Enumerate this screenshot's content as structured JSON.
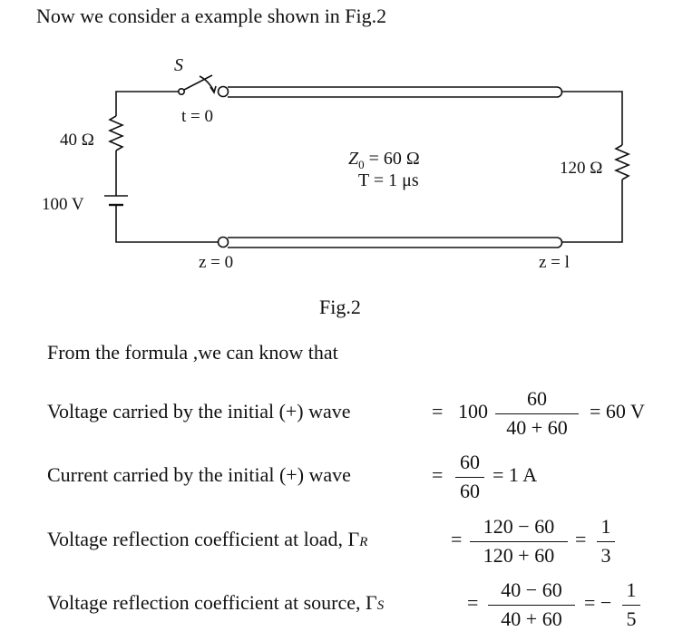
{
  "intro_text": "Now we consider a example shown in Fig.2",
  "circuit": {
    "switch_label": "S",
    "switch_time": "t = 0",
    "source_resistor": "40 Ω",
    "source_voltage": "100 V",
    "line_impedance_symbol": "Z",
    "line_impedance_sub": "0",
    "line_impedance_value": " = 60 Ω",
    "line_delay": "T = 1 μs",
    "load_resistor": "120 Ω",
    "position_start": "z = 0",
    "position_end": "z = l"
  },
  "figure_caption": "Fig.2",
  "formula_intro": "From the formula ,we can know that",
  "equations": {
    "voltage_initial": {
      "label": "Voltage carried by the initial (+) wave",
      "eq": "=",
      "coef": "100",
      "num": "60",
      "den": "40 + 60",
      "result": "= 60 V"
    },
    "current_initial": {
      "label": "Current carried by the initial (+) wave",
      "eq": "=",
      "num": "60",
      "den": "60",
      "result": "= 1 A"
    },
    "reflection_load": {
      "label": "Voltage reflection coefficient at load, Γ",
      "sub": "R",
      "eq": "=",
      "num": "120 − 60",
      "den": "120 + 60",
      "eq2": "=",
      "res_num": "1",
      "res_den": "3"
    },
    "reflection_source": {
      "label": "Voltage reflection coefficient at source, Γ",
      "sub": "S",
      "eq": "=",
      "num": "40 − 60",
      "den": "40 + 60",
      "eq2": "= −",
      "res_num": "1",
      "res_den": "5"
    }
  }
}
